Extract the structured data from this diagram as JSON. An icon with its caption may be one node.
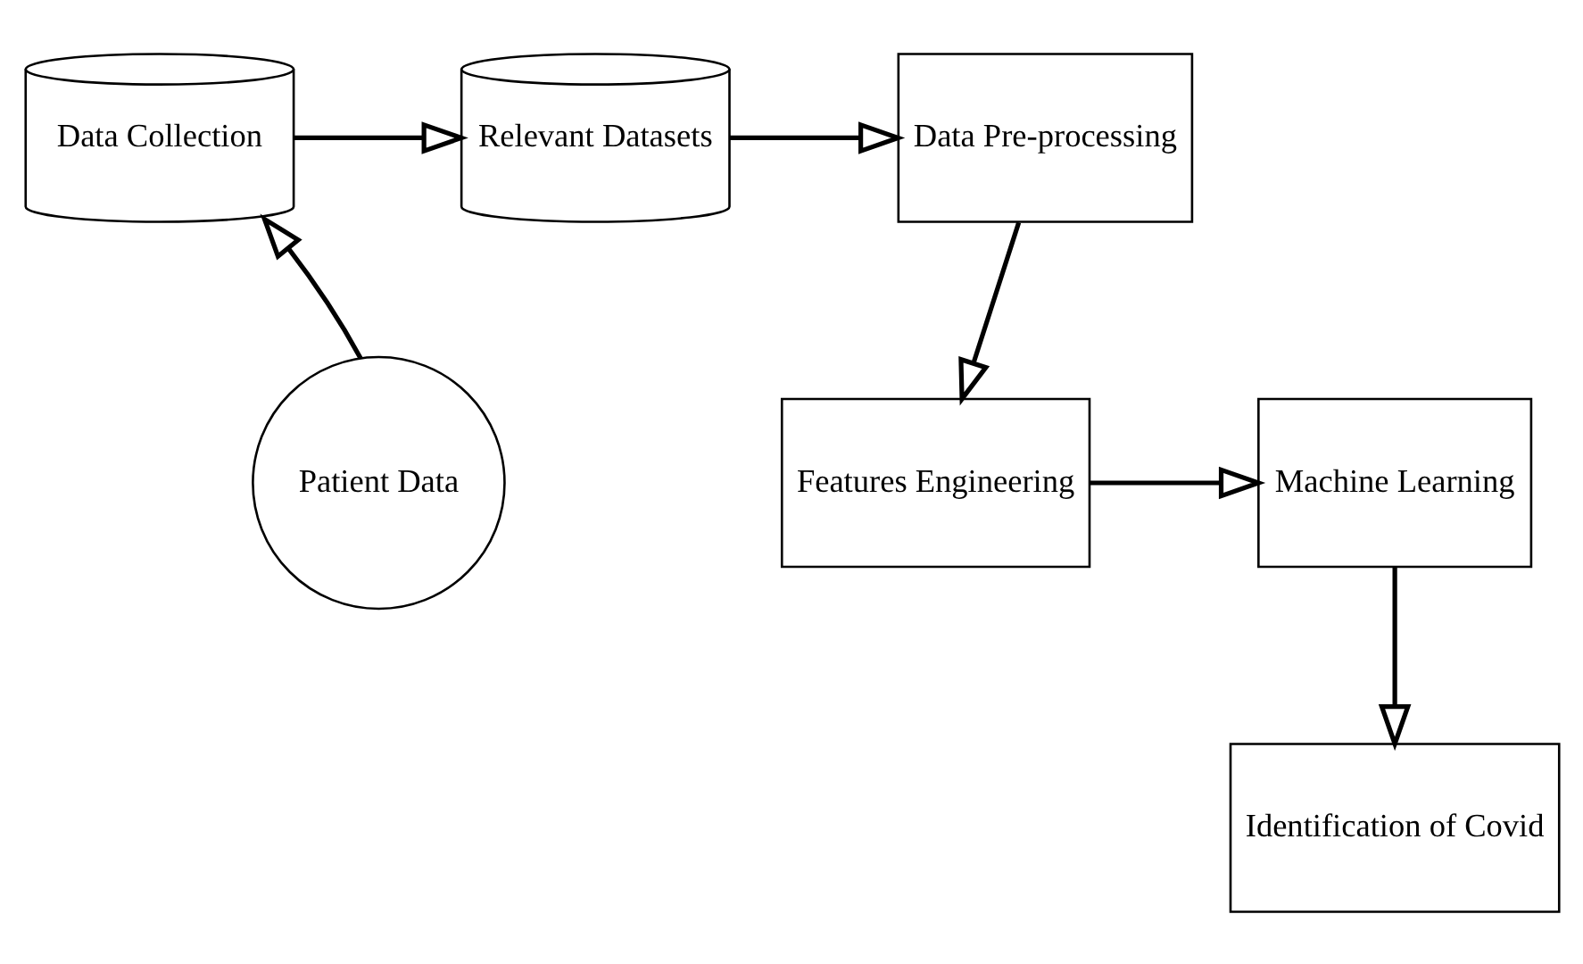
{
  "diagram": {
    "nodes": [
      {
        "text": [
          "Data Collection"
        ]
      },
      {
        "text": [
          "Relevant Datasets"
        ]
      },
      {
        "text": [
          "Data Pre-processing"
        ]
      },
      {
        "text": [
          "Features Engineering"
        ]
      },
      {
        "text": [
          "Machine Learning"
        ]
      },
      {
        "text": [
          "Identification of Covid"
        ]
      },
      {
        "text": [
          "Patient Data"
        ]
      }
    ],
    "edges": [
      {
        "from": 6,
        "to": 0,
        "arrow": "to"
      },
      {
        "from": 0,
        "to": 1,
        "arrow": "to"
      },
      {
        "from": 1,
        "to": 2,
        "arrow": "to"
      },
      {
        "from": 2,
        "to": 3,
        "arrow": "to"
      },
      {
        "from": 3,
        "to": 4,
        "arrow": "to"
      },
      {
        "from": 4,
        "to": 5,
        "arrow": "to"
      }
    ]
  }
}
